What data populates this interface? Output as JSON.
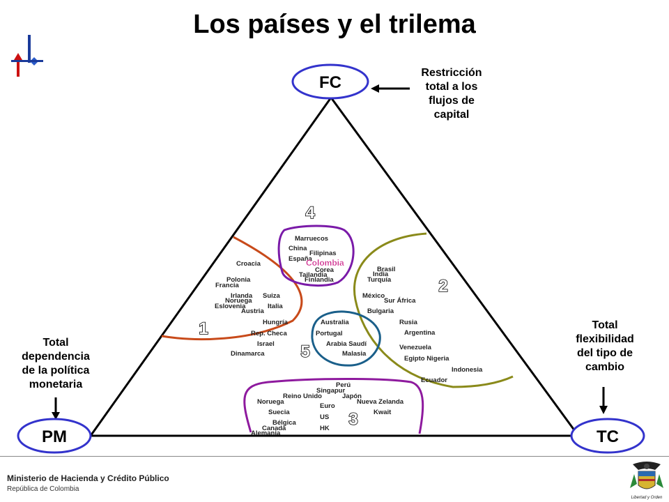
{
  "title": "Los países y el trilema",
  "vertices": {
    "top": "FC",
    "left": "PM",
    "right": "TC"
  },
  "notes": {
    "top": [
      "Restricción",
      "total a los",
      "flujos de",
      "capital"
    ],
    "left": [
      "Total",
      "dependencia",
      "de la política",
      "monetaria"
    ],
    "right": [
      "Total",
      "flexibilidad",
      "del tipo de",
      "cambio"
    ]
  },
  "group_numbers": {
    "g1": "1",
    "g2": "2",
    "g3": "3",
    "g4": "4",
    "g5": "5"
  },
  "countries": {
    "g1": [
      "Croacia",
      "Polonia",
      "Francia",
      "Irlanda",
      "Suiza",
      "Noruega",
      "Eslovenia",
      "Italia",
      "Austria",
      "Hungría",
      "Rep. Checa",
      "Israel",
      "Dinamarca"
    ],
    "g2": [
      "Brasil",
      "India",
      "Turquía",
      "México",
      "Sur África",
      "Bulgaria",
      "Rusia",
      "Argentina",
      "Venezuela",
      "Egipto Nigeria",
      "Indonesia",
      "Ecuador"
    ],
    "g3": [
      "Perú",
      "Singapur",
      "Reino Unido",
      "Japón",
      "Noruega",
      "Nueva Zelanda",
      "Euro",
      "Suecia",
      "Kwait",
      "US",
      "Bélgica",
      "Canadá",
      "HK",
      "Alemania"
    ],
    "g4": [
      "Marruecos",
      "China",
      "Filipinas",
      "España",
      "Colombia",
      "Corea",
      "Tailandia",
      "Finlandia"
    ],
    "g5": [
      "Australia",
      "Portugal",
      "Arabia Saudí",
      "Malasia"
    ]
  },
  "footer": {
    "ministry": "Ministerio de Hacienda y Crédito Público",
    "republic": "República de Colombia",
    "crest_motto": "Libertad y Orden"
  },
  "colors": {
    "vertex_ring": "#3333cc",
    "group1": "#c84a1a",
    "group2": "#8a8a1a",
    "group3": "#8e1a9e",
    "group4": "#7a1aa8",
    "group5": "#1a5f8a",
    "highlight": "#cc2288"
  }
}
